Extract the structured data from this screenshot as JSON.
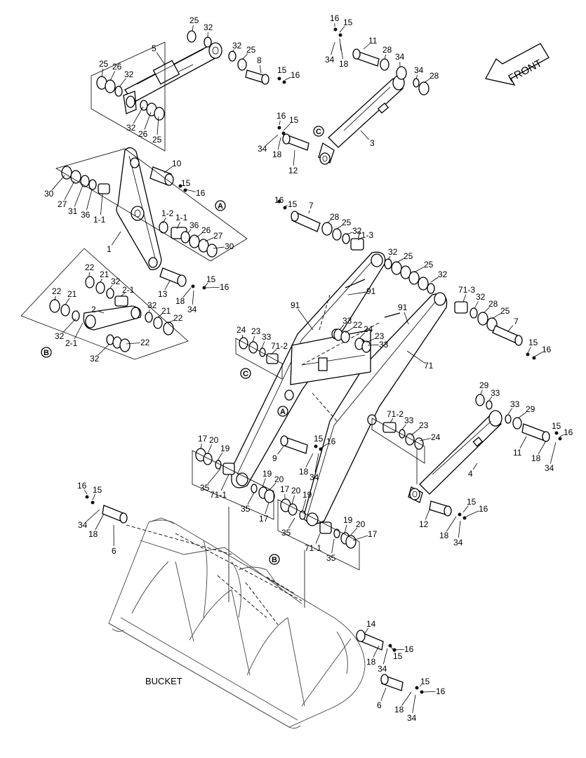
{
  "diagram": {
    "front_label": "FRONT",
    "bucket_label": "BUCKET",
    "references": [
      "A",
      "B",
      "C"
    ],
    "callouts": [
      {
        "id": "c1",
        "text": "25"
      },
      {
        "id": "c2",
        "text": "32"
      },
      {
        "id": "c3",
        "text": "5"
      },
      {
        "id": "c4",
        "text": "32"
      },
      {
        "id": "c5",
        "text": "25"
      },
      {
        "id": "c6",
        "text": "8"
      },
      {
        "id": "c7",
        "text": "15"
      },
      {
        "id": "c8",
        "text": "16"
      },
      {
        "id": "c9",
        "text": "25"
      },
      {
        "id": "c10",
        "text": "26"
      },
      {
        "id": "c11",
        "text": "32"
      },
      {
        "id": "c12",
        "text": "32"
      },
      {
        "id": "c13",
        "text": "26"
      },
      {
        "id": "c14",
        "text": "25"
      },
      {
        "id": "c15",
        "text": "16"
      },
      {
        "id": "c16",
        "text": "15"
      },
      {
        "id": "c17",
        "text": "11"
      },
      {
        "id": "c18",
        "text": "28"
      },
      {
        "id": "c19",
        "text": "34"
      },
      {
        "id": "c20",
        "text": "34"
      },
      {
        "id": "c21",
        "text": "18"
      },
      {
        "id": "c22",
        "text": "34"
      },
      {
        "id": "c23",
        "text": "28"
      },
      {
        "id": "c24",
        "text": "16"
      },
      {
        "id": "c25",
        "text": "15"
      },
      {
        "id": "c26",
        "text": "3"
      },
      {
        "id": "c27",
        "text": "34"
      },
      {
        "id": "c28",
        "text": "18"
      },
      {
        "id": "c29",
        "text": "12"
      },
      {
        "id": "c30",
        "text": "10"
      },
      {
        "id": "c31",
        "text": "15"
      },
      {
        "id": "c32",
        "text": "16"
      },
      {
        "id": "c33",
        "text": "30"
      },
      {
        "id": "c34",
        "text": "27"
      },
      {
        "id": "c35",
        "text": "31"
      },
      {
        "id": "c36",
        "text": "36"
      },
      {
        "id": "c37",
        "text": "1-1"
      },
      {
        "id": "c38",
        "text": "1-2"
      },
      {
        "id": "c39",
        "text": "1-1"
      },
      {
        "id": "c40",
        "text": "36"
      },
      {
        "id": "c41",
        "text": "26"
      },
      {
        "id": "c42",
        "text": "27"
      },
      {
        "id": "c43",
        "text": "30"
      },
      {
        "id": "c44",
        "text": "1"
      },
      {
        "id": "c45",
        "text": "22"
      },
      {
        "id": "c46",
        "text": "21"
      },
      {
        "id": "c47",
        "text": "32"
      },
      {
        "id": "c48",
        "text": "2-1"
      },
      {
        "id": "c49",
        "text": "13"
      },
      {
        "id": "c50",
        "text": "15"
      },
      {
        "id": "c51",
        "text": "16"
      },
      {
        "id": "c52",
        "text": "18"
      },
      {
        "id": "c53",
        "text": "34"
      },
      {
        "id": "c54",
        "text": "22"
      },
      {
        "id": "c55",
        "text": "21"
      },
      {
        "id": "c56",
        "text": "2"
      },
      {
        "id": "c57",
        "text": "32"
      },
      {
        "id": "c58",
        "text": "21"
      },
      {
        "id": "c59",
        "text": "22"
      },
      {
        "id": "c60",
        "text": "32"
      },
      {
        "id": "c61",
        "text": "2-1"
      },
      {
        "id": "c62",
        "text": "32"
      },
      {
        "id": "c63",
        "text": "22"
      },
      {
        "id": "c64",
        "text": "16"
      },
      {
        "id": "c65",
        "text": "15"
      },
      {
        "id": "c66",
        "text": "7"
      },
      {
        "id": "c67",
        "text": "28"
      },
      {
        "id": "c68",
        "text": "25"
      },
      {
        "id": "c69",
        "text": "32"
      },
      {
        "id": "c70",
        "text": "71-3"
      },
      {
        "id": "c71",
        "text": "32"
      },
      {
        "id": "c72",
        "text": "25"
      },
      {
        "id": "c73",
        "text": "25"
      },
      {
        "id": "c74",
        "text": "32"
      },
      {
        "id": "c75",
        "text": "91"
      },
      {
        "id": "c76",
        "text": "91"
      },
      {
        "id": "c77",
        "text": "91"
      },
      {
        "id": "c78",
        "text": "71-3"
      },
      {
        "id": "c79",
        "text": "32"
      },
      {
        "id": "c80",
        "text": "28"
      },
      {
        "id": "c81",
        "text": "25"
      },
      {
        "id": "c82",
        "text": "7"
      },
      {
        "id": "c83",
        "text": "15"
      },
      {
        "id": "c84",
        "text": "16"
      },
      {
        "id": "c85",
        "text": "33"
      },
      {
        "id": "c86",
        "text": "22"
      },
      {
        "id": "c87",
        "text": "24"
      },
      {
        "id": "c88",
        "text": "23"
      },
      {
        "id": "c89",
        "text": "33"
      },
      {
        "id": "c90",
        "text": "24"
      },
      {
        "id": "c91",
        "text": "23"
      },
      {
        "id": "c92",
        "text": "33"
      },
      {
        "id": "c93",
        "text": "71-2"
      },
      {
        "id": "c94",
        "text": "71"
      },
      {
        "id": "c95",
        "text": "29"
      },
      {
        "id": "c96",
        "text": "33"
      },
      {
        "id": "c97",
        "text": "33"
      },
      {
        "id": "c98",
        "text": "29"
      },
      {
        "id": "c99",
        "text": "71-2"
      },
      {
        "id": "c100",
        "text": "33"
      },
      {
        "id": "c101",
        "text": "23"
      },
      {
        "id": "c102",
        "text": "24"
      },
      {
        "id": "c103",
        "text": "15"
      },
      {
        "id": "c104",
        "text": "16"
      },
      {
        "id": "c105",
        "text": "11"
      },
      {
        "id": "c106",
        "text": "18"
      },
      {
        "id": "c107",
        "text": "34"
      },
      {
        "id": "c108",
        "text": "4"
      },
      {
        "id": "c109",
        "text": "15"
      },
      {
        "id": "c110",
        "text": "16"
      },
      {
        "id": "c111",
        "text": "9"
      },
      {
        "id": "c112",
        "text": "18"
      },
      {
        "id": "c113",
        "text": "34"
      },
      {
        "id": "c114",
        "text": "17"
      },
      {
        "id": "c115",
        "text": "20"
      },
      {
        "id": "c116",
        "text": "19"
      },
      {
        "id": "c117",
        "text": "35"
      },
      {
        "id": "c118",
        "text": "71-1"
      },
      {
        "id": "c119",
        "text": "19"
      },
      {
        "id": "c120",
        "text": "20"
      },
      {
        "id": "c121",
        "text": "35"
      },
      {
        "id": "c122",
        "text": "17"
      },
      {
        "id": "c123",
        "text": "17"
      },
      {
        "id": "c124",
        "text": "20"
      },
      {
        "id": "c125",
        "text": "19"
      },
      {
        "id": "c126",
        "text": "35"
      },
      {
        "id": "c127",
        "text": "19"
      },
      {
        "id": "c128",
        "text": "20"
      },
      {
        "id": "c129",
        "text": "17"
      },
      {
        "id": "c130",
        "text": "71-1"
      },
      {
        "id": "c131",
        "text": "35"
      },
      {
        "id": "c132",
        "text": "12"
      },
      {
        "id": "c133",
        "text": "15"
      },
      {
        "id": "c134",
        "text": "16"
      },
      {
        "id": "c135",
        "text": "18"
      },
      {
        "id": "c136",
        "text": "34"
      },
      {
        "id": "c137",
        "text": "16"
      },
      {
        "id": "c138",
        "text": "15"
      },
      {
        "id": "c139",
        "text": "34"
      },
      {
        "id": "c140",
        "text": "18"
      },
      {
        "id": "c141",
        "text": "6"
      },
      {
        "id": "c142",
        "text": "14"
      },
      {
        "id": "c143",
        "text": "15"
      },
      {
        "id": "c144",
        "text": "16"
      },
      {
        "id": "c145",
        "text": "18"
      },
      {
        "id": "c146",
        "text": "34"
      },
      {
        "id": "c147",
        "text": "15"
      },
      {
        "id": "c148",
        "text": "16"
      },
      {
        "id": "c149",
        "text": "6"
      },
      {
        "id": "c150",
        "text": "18"
      },
      {
        "id": "c151",
        "text": "34"
      }
    ]
  }
}
